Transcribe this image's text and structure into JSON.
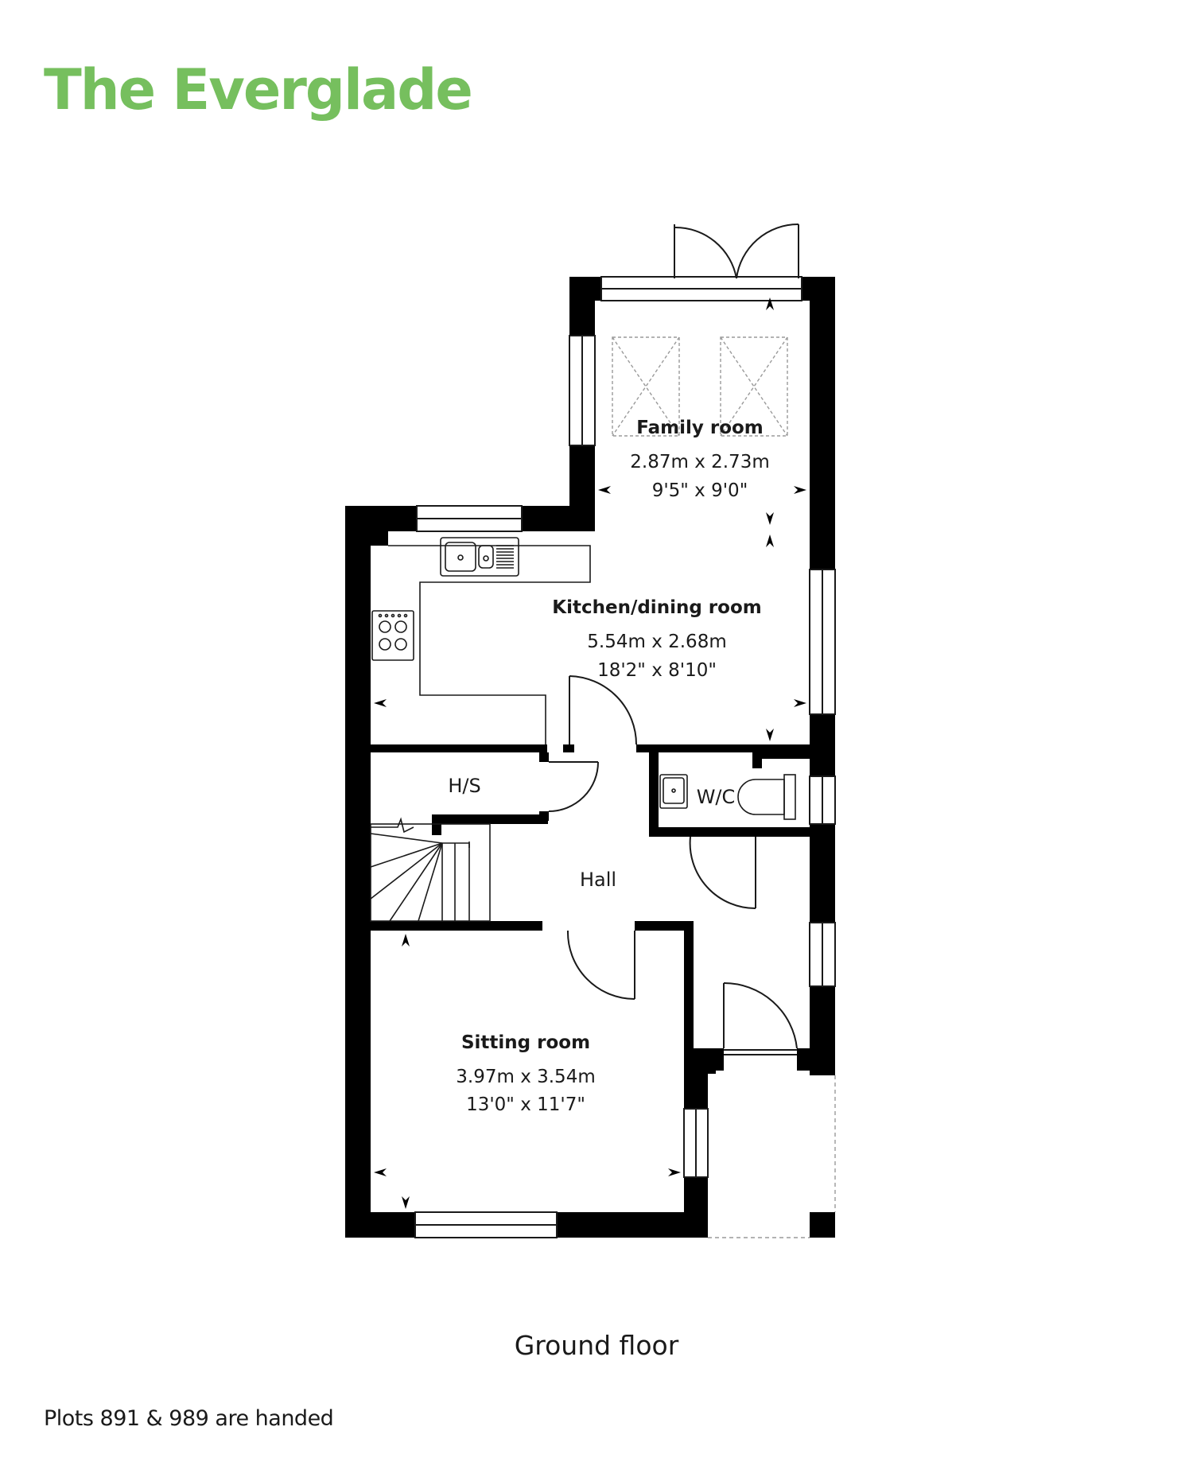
{
  "title": "The Everglade",
  "floor_label": "Ground floor",
  "note": "Plots 891 & 989 are handed",
  "colors": {
    "title": "#76bf5e",
    "walls": "#000000",
    "lines": "#1a1a1a"
  },
  "rooms": {
    "family": {
      "name": "Family room",
      "metric": "2.87m x 2.73m",
      "imperial": "9'5\" x 9'0\""
    },
    "kitchen": {
      "name": "Kitchen/dining room",
      "metric": "5.54m x 2.68m",
      "imperial": "18'2\" x 8'10\""
    },
    "sitting": {
      "name": "Sitting room",
      "metric": "3.97m x 3.54m",
      "imperial": "13'0\" x 11'7\""
    },
    "hs": {
      "name": "H/S"
    },
    "wc": {
      "name": "W/C"
    },
    "hall": {
      "name": "Hall"
    }
  }
}
